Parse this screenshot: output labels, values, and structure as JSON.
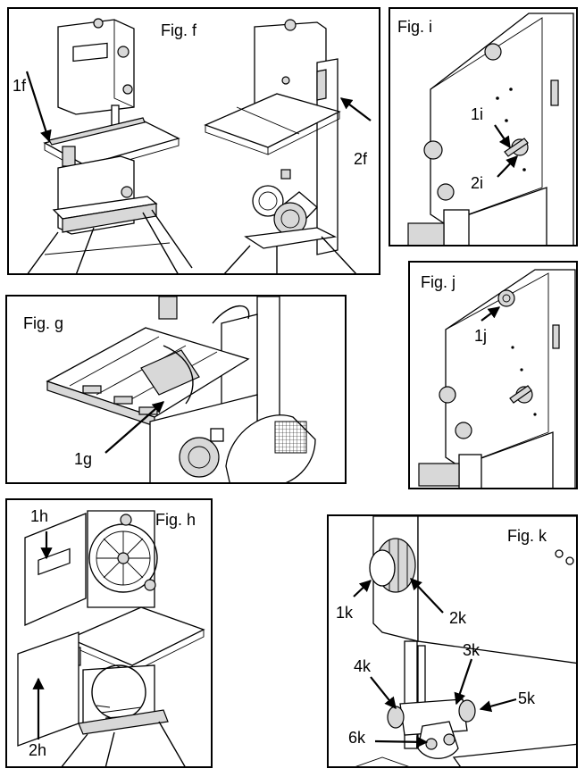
{
  "figures": {
    "f": {
      "title": "Fig. f",
      "callouts": [
        "1f",
        "2f"
      ]
    },
    "i": {
      "title": "Fig. i",
      "callouts": [
        "1i",
        "2i"
      ]
    },
    "g": {
      "title": "Fig. g",
      "callouts": [
        "1g"
      ]
    },
    "j": {
      "title": "Fig. j",
      "callouts": [
        "1j"
      ]
    },
    "h": {
      "title": "Fig. h",
      "callouts": [
        "1h",
        "2h"
      ]
    },
    "k": {
      "title": "Fig. k",
      "callouts": [
        "1k",
        "2k",
        "3k",
        "4k",
        "5k",
        "6k"
      ]
    }
  }
}
